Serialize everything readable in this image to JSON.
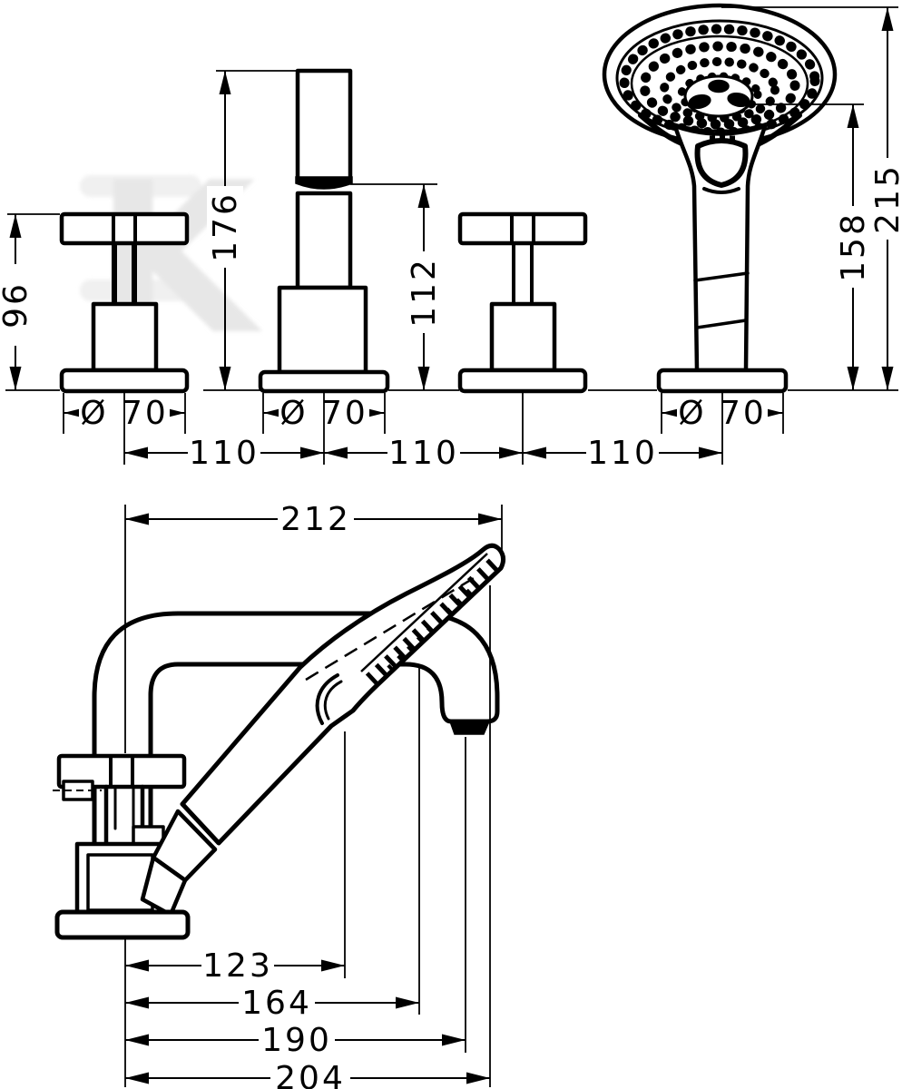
{
  "watermark": {
    "letter": "K"
  },
  "colors": {
    "line": "#000000",
    "background": "#ffffff",
    "watermark": "#e7e7e7"
  },
  "drawing": {
    "top_view": {
      "dim_handle_height": "96",
      "dim_spout_height": "176",
      "dim_spout_outlet_height": "112",
      "dim_shower_holder_height": "158",
      "dim_shower_height": "215",
      "dim_base_diameter_handle_left": "Ø 70",
      "dim_base_diameter_spout": "Ø 70",
      "dim_base_diameter_shower": "Ø 70",
      "dim_spacing_left": "110",
      "dim_spacing_middle": "110",
      "dim_spacing_right": "110"
    },
    "side_view": {
      "dim_overall_reach": "212",
      "dim_reach_hook": "123",
      "dim_reach_inner": "164",
      "dim_reach_outlet": "190",
      "dim_reach_tip": "204"
    }
  }
}
